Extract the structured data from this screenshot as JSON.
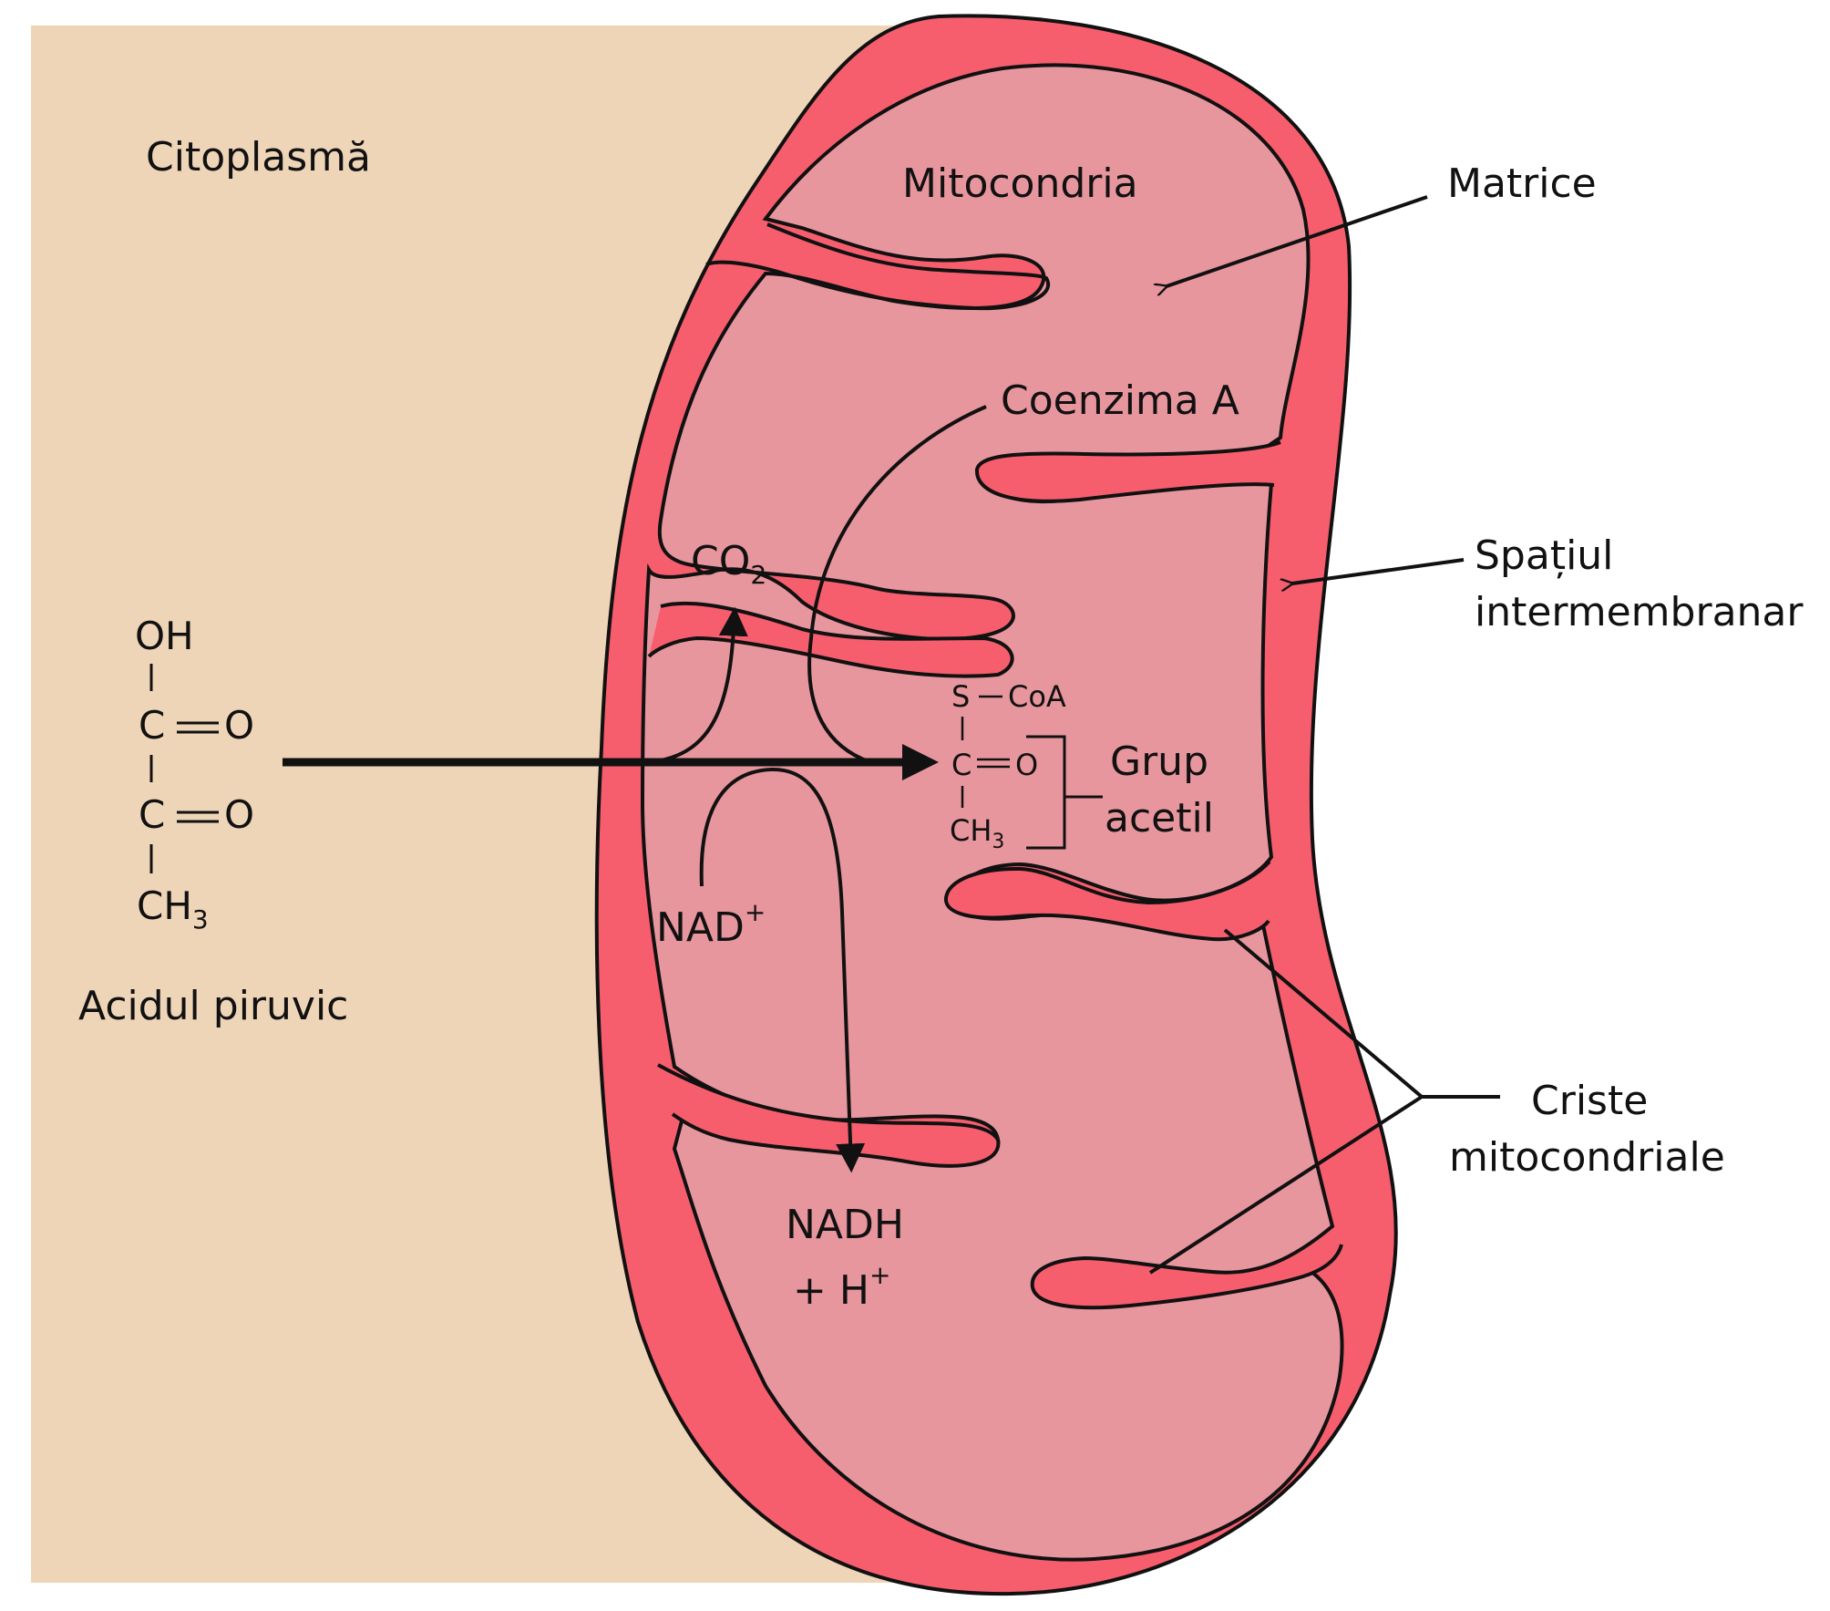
{
  "colors": {
    "cytoplasm": "#efd5b8",
    "membrane": "#f65e6e",
    "matrix": "#e8969e",
    "outline": "#111111",
    "background": "#ffffff"
  },
  "labels": {
    "citoplasma": "Citoplasmă",
    "mitocondria": "Mitocondria",
    "matrice": "Matrice",
    "coenzima_a": "Coenzima A",
    "spatiul_line1": "Spațiul",
    "spatiul_line2": "intermembranar",
    "grup_line1": "Grup",
    "grup_line2": "acetil",
    "criste_line1": "Criste",
    "criste_line2": "mitocondriale",
    "acidul_piruvic": "Acidul piruvic",
    "co2_main": "CO",
    "co2_sub": "2",
    "nad_main": "NAD",
    "nad_sup": "+",
    "nadh": "NADH",
    "h_main": "+ H",
    "h_sup": "+"
  },
  "pyruvate": {
    "oh": "OH",
    "c1": "C",
    "o1": "O",
    "c2": "C",
    "o2": "O",
    "ch3_main": "CH",
    "ch3_sub": "3"
  },
  "acetyl_coa": {
    "s": "S",
    "coa": "CoA",
    "c": "C",
    "o": "O",
    "ch3_main": "CH",
    "ch3_sub": "3"
  }
}
